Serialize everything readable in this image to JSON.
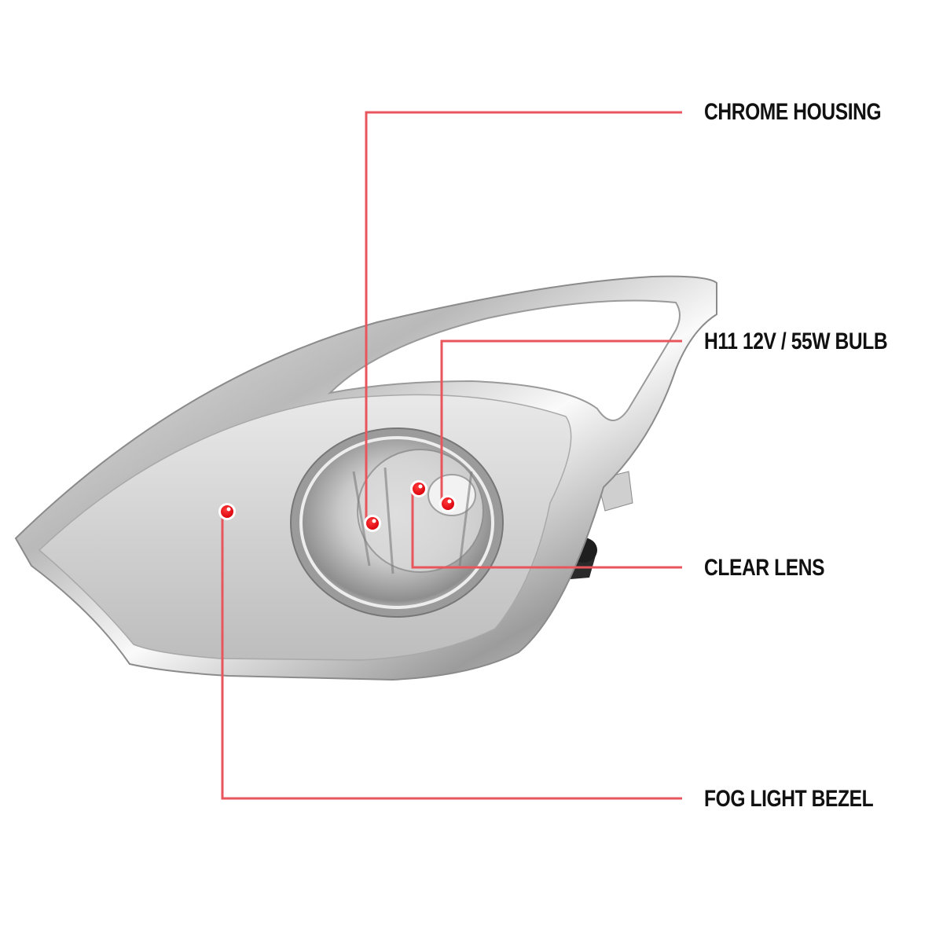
{
  "diagram": {
    "subject": "Fog light assembly with chrome bezel",
    "accent_color": "#e0444b",
    "line_color": "#e8555c",
    "marker_color": "#e8000b",
    "callouts": [
      {
        "id": "chrome-housing",
        "label": "CHROME HOUSING",
        "marker": [
          474,
          666
        ]
      },
      {
        "id": "bulb",
        "label": "H11 12V / 55W BULB",
        "marker": [
          570,
          641
        ]
      },
      {
        "id": "clear-lens",
        "label": "CLEAR LENS",
        "marker": [
          533,
          622
        ]
      },
      {
        "id": "fog-light-bezel",
        "label": "FOG LIGHT BEZEL",
        "marker": [
          289,
          651
        ]
      }
    ]
  }
}
